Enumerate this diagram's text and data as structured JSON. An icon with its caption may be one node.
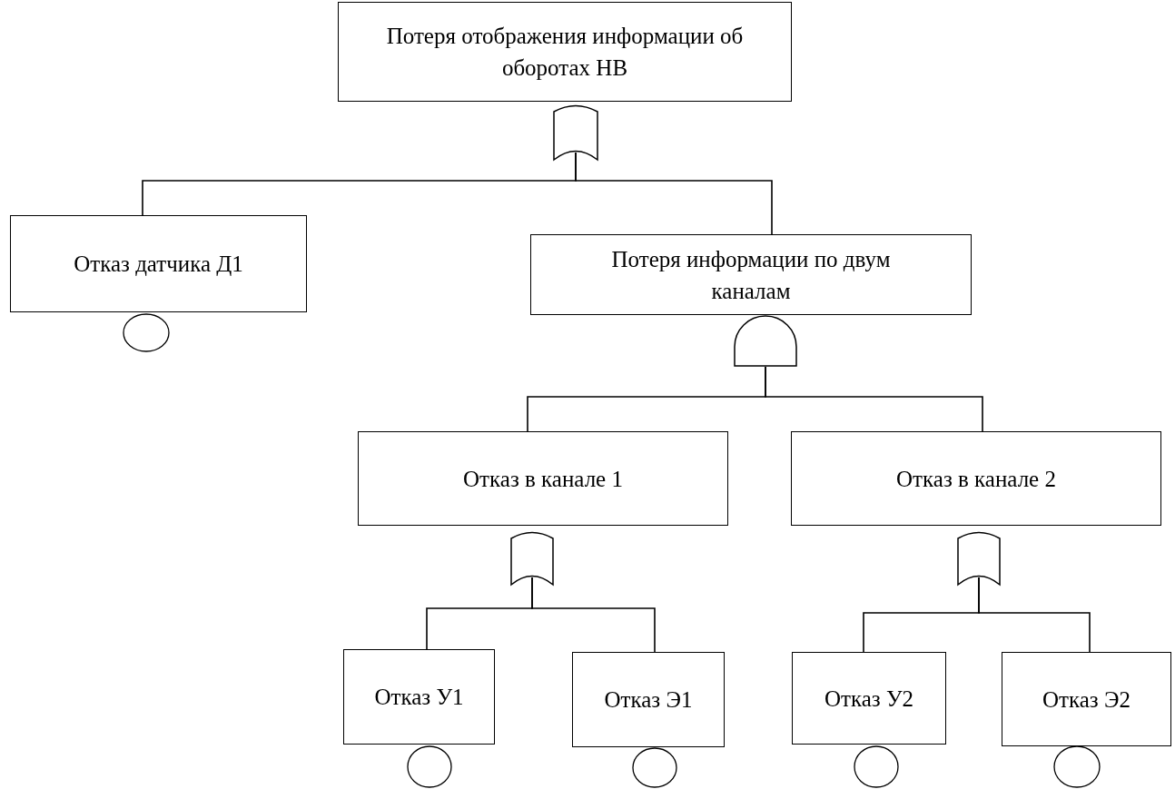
{
  "diagram": {
    "nodes": [
      {
        "text": [
          "Потеря отображения информации об оборотах НВ"
        ]
      },
      {
        "text": [],
        "shape": "gate"
      },
      {
        "text": [
          "Отказ датчика Д1"
        ]
      },
      {
        "text": [],
        "shape": "circle"
      },
      {
        "text": [
          "Потеря информации по двум каналам"
        ]
      },
      {
        "text": [],
        "shape": "gate"
      },
      {
        "text": [
          "Отказ в канале 1"
        ]
      },
      {
        "text": [
          "Отказ в канале 2"
        ]
      },
      {
        "text": [],
        "shape": "gate"
      },
      {
        "text": [],
        "shape": "gate"
      },
      {
        "text": [
          "Отказ У1"
        ]
      },
      {
        "text": [],
        "shape": "circle"
      },
      {
        "text": [
          "Отказ Э1"
        ]
      },
      {
        "text": [],
        "shape": "circle"
      },
      {
        "text": [
          "Отказ У2"
        ]
      },
      {
        "text": [],
        "shape": "circle"
      },
      {
        "text": [
          "Отказ Э2"
        ]
      },
      {
        "text": [],
        "shape": "circle"
      }
    ],
    "edges": [
      {
        "from": 1,
        "to": 2,
        "arrow": "none"
      },
      {
        "from": 1,
        "to": 4,
        "arrow": "none"
      },
      {
        "from": 5,
        "to": 6,
        "arrow": "none"
      },
      {
        "from": 5,
        "to": 7,
        "arrow": "none"
      },
      {
        "from": 8,
        "to": 10,
        "arrow": "none"
      },
      {
        "from": 8,
        "to": 12,
        "arrow": "none"
      },
      {
        "from": 9,
        "to": 14,
        "arrow": "none"
      },
      {
        "from": 9,
        "to": 16,
        "arrow": "none"
      }
    ]
  }
}
